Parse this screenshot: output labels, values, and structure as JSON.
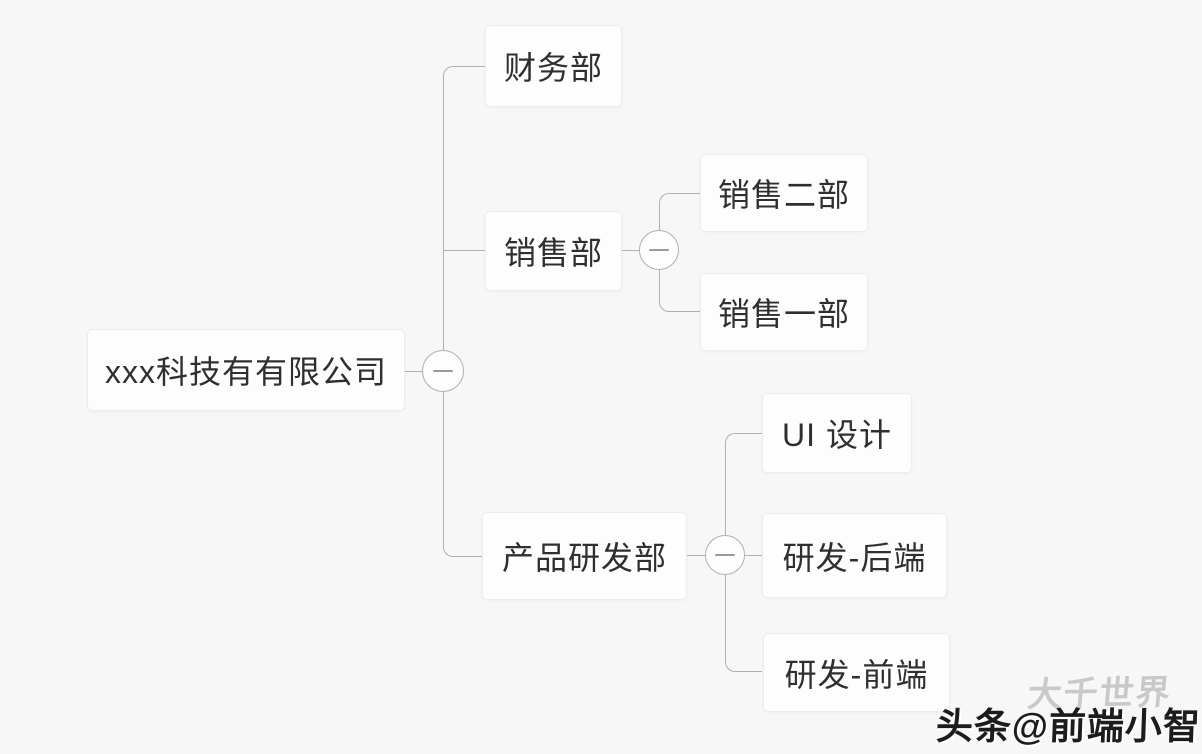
{
  "canvas": {
    "background_color": "#f7f7f7",
    "node_background": "#fdfdfd",
    "node_border_color": "#ececec",
    "line_color": "#b0b0b0",
    "text_color": "#2f2f2f"
  },
  "tree": {
    "root": {
      "label": "xxx科技有有限公司"
    },
    "children": [
      {
        "label": "财务部",
        "children": []
      },
      {
        "label": "销售部",
        "children": [
          {
            "label": "销售二部"
          },
          {
            "label": "销售一部"
          }
        ]
      },
      {
        "label": "产品研发部",
        "children": [
          {
            "label": "UI 设计"
          },
          {
            "label": "研发-后端"
          },
          {
            "label": "研发-前端"
          }
        ]
      }
    ]
  },
  "collapse_icon": "minus",
  "watermark": {
    "background_text": "大千世界",
    "foreground_text": "头条@前端小智"
  }
}
